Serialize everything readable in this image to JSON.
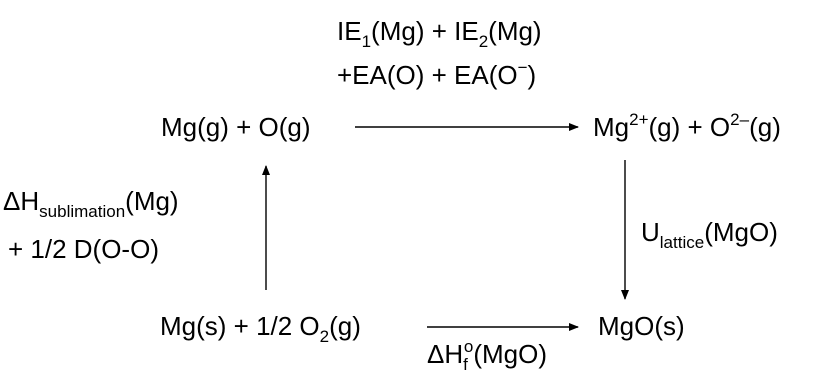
{
  "diagram": {
    "species": {
      "gas_atoms": [
        "Mg(g) + O(g)"
      ],
      "gas_ions": {
        "mg": "Mg",
        "mg_charge": "2+",
        "mg_rest": "(g) + O",
        "o_charge": "2–",
        "o_rest": "(g)"
      },
      "solid_reactants": {
        "main": "Mg(s) + 1/2 O",
        "sub": "2",
        "rest": "(g)"
      },
      "product": "MgO(s)"
    },
    "labels": {
      "ionization": {
        "line1": {
          "ie": "IE",
          "sub1": "1",
          "mid1": "(Mg) + IE",
          "sub2": "2",
          "end": "(Mg)"
        },
        "line2": {
          "ea": "+EA(O) + EA(O",
          "sup": "−",
          "end": ")"
        }
      },
      "sublimation": {
        "delta": "ΔH",
        "sub": "sublimation",
        "end": "(Mg)",
        "line2": "+ 1/2 D(O-O)"
      },
      "lattice": {
        "u": "U",
        "sub": "lattice",
        "end": "(MgO)"
      },
      "formation": {
        "delta": "ΔH",
        "sub": "f",
        "sup": "o",
        "end": "(MgO)"
      }
    }
  }
}
